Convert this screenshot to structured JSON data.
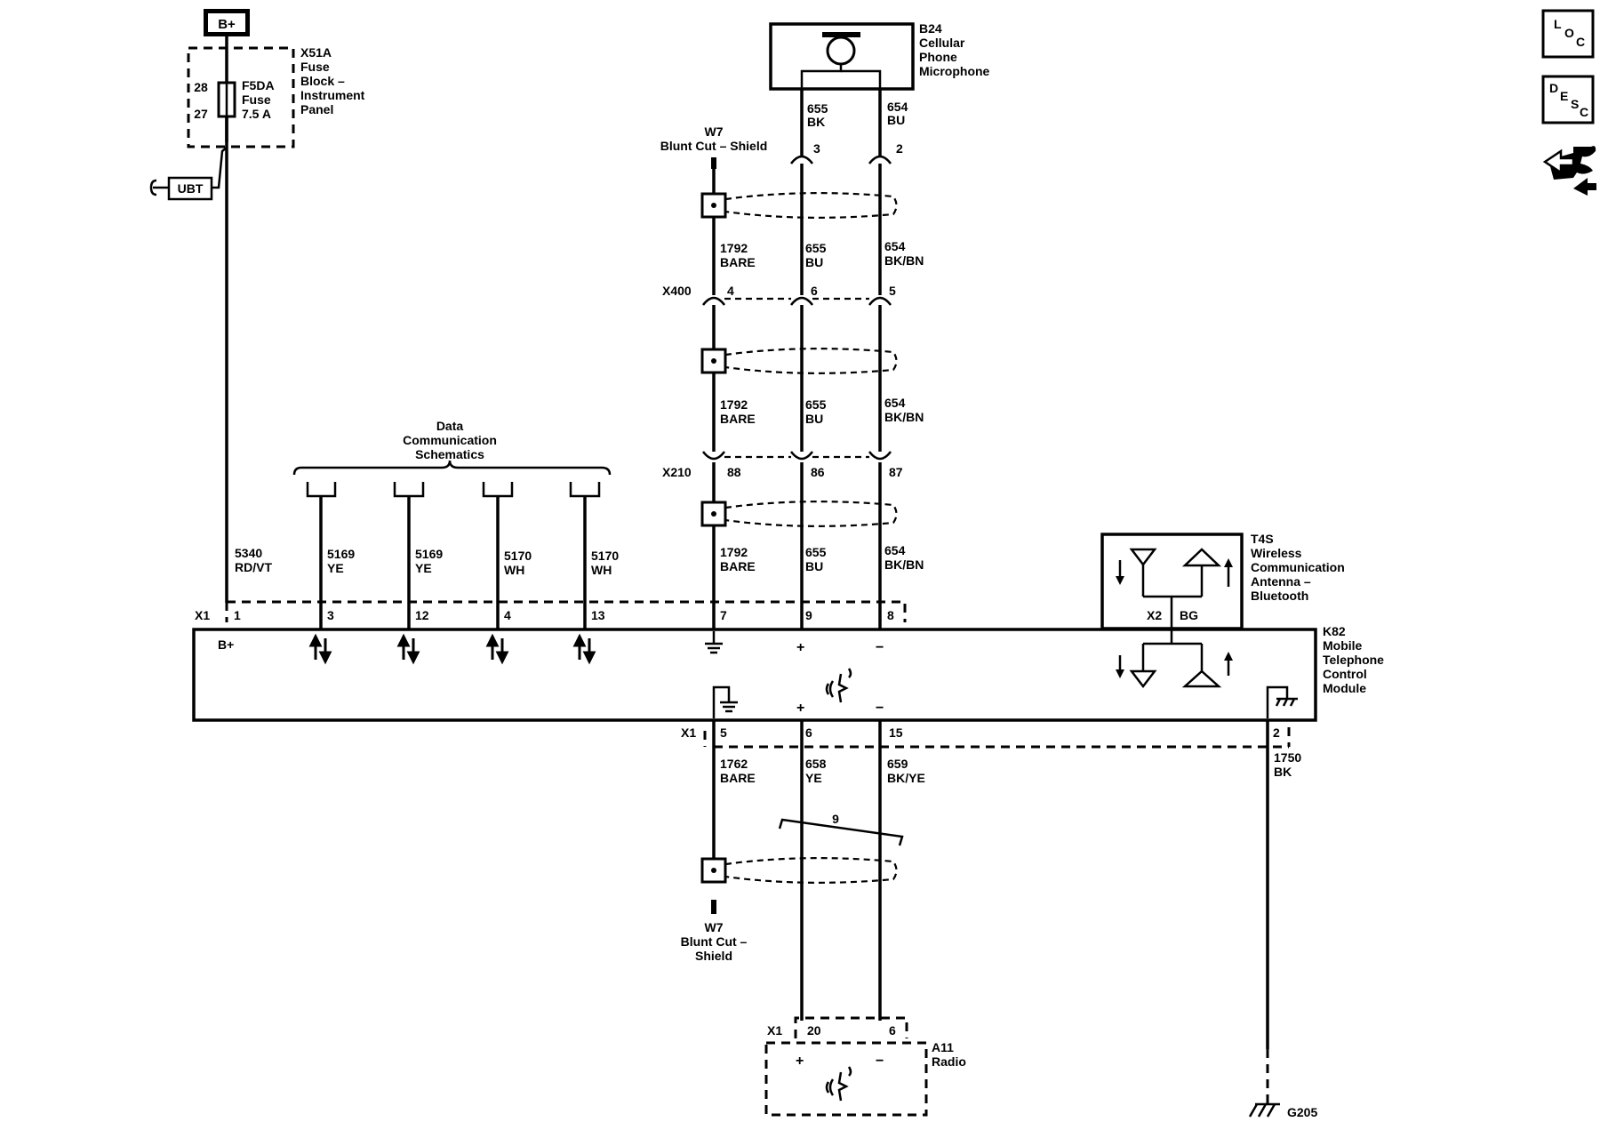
{
  "power": {
    "label": "B+"
  },
  "fuse_block": {
    "id": "X51A",
    "desc": [
      "Fuse",
      "Block –",
      "Instrument",
      "Panel"
    ],
    "pin_top": "28",
    "pin_bottom": "27",
    "fuse_name": [
      "F5DA",
      "Fuse",
      "7.5 A"
    ]
  },
  "ubt": {
    "label": "UBT"
  },
  "microphone": {
    "id": "B24",
    "desc": [
      "Cellular",
      "Phone",
      "Microphone"
    ]
  },
  "data_comm": {
    "label": [
      "Data",
      "Communication",
      "Schematics"
    ]
  },
  "w7_top": {
    "id": "W7",
    "desc": "Blunt Cut – Shield"
  },
  "w7_bottom": {
    "id": "W7",
    "desc": [
      "Blunt Cut –",
      "Shield"
    ]
  },
  "mic_wires": [
    {
      "circuit": "655",
      "color": "BK",
      "pin": "3"
    },
    {
      "circuit": "654",
      "color": "BU",
      "pin": "2"
    }
  ],
  "segment1": [
    {
      "circuit": "1792",
      "color": "BARE"
    },
    {
      "circuit": "655",
      "color": "BU"
    },
    {
      "circuit": "654",
      "color": "BK/BN"
    }
  ],
  "x400": {
    "id": "X400",
    "pins": [
      "4",
      "6",
      "5"
    ]
  },
  "segment2": [
    {
      "circuit": "1792",
      "color": "BARE"
    },
    {
      "circuit": "655",
      "color": "BU"
    },
    {
      "circuit": "654",
      "color": "BK/BN"
    }
  ],
  "x210": {
    "id": "X210",
    "pins": [
      "88",
      "86",
      "87"
    ]
  },
  "segment3": [
    {
      "circuit": "1792",
      "color": "BARE"
    },
    {
      "circuit": "655",
      "color": "BU"
    },
    {
      "circuit": "654",
      "color": "BK/BN"
    }
  ],
  "left_wires": [
    {
      "circuit": "5340",
      "color": "RD/VT",
      "pin": "1"
    },
    {
      "circuit": "5169",
      "color": "YE",
      "pin": "3"
    },
    {
      "circuit": "5169",
      "color": "YE",
      "pin": "12"
    },
    {
      "circuit": "5170",
      "color": "WH",
      "pin": "4"
    },
    {
      "circuit": "5170",
      "color": "WH",
      "pin": "13"
    }
  ],
  "center_pins_top": [
    "7",
    "9",
    "8"
  ],
  "x1_label": "X1",
  "module": {
    "id": "K82",
    "desc": [
      "Mobile",
      "Telephone",
      "Control",
      "Module"
    ],
    "bplus": "B+",
    "plus": "+",
    "minus": "−"
  },
  "antenna": {
    "id": "T4S",
    "desc": [
      "Wireless",
      "Communication",
      "Antenna –",
      "Bluetooth"
    ],
    "conn": "X2",
    "pin": "BG"
  },
  "bottom_pins": [
    "5",
    "6",
    "15",
    "2"
  ],
  "bottom_wires": [
    {
      "circuit": "1762",
      "color": "BARE"
    },
    {
      "circuit": "658",
      "color": "YE"
    },
    {
      "circuit": "659",
      "color": "BK/YE"
    },
    {
      "circuit": "1750",
      "color": "BK"
    }
  ],
  "twist_label": "9",
  "radio": {
    "id": "A11",
    "desc": "Radio",
    "conn": "X1",
    "pins": [
      "20",
      "6"
    ],
    "plus": "+",
    "minus": "−"
  },
  "ground": {
    "id": "G205"
  },
  "side_icons": [
    {
      "name": "location-icon",
      "letters": [
        "L",
        "O",
        "C"
      ]
    },
    {
      "name": "description-icon",
      "letters": [
        "D",
        "E",
        "S",
        "C"
      ]
    },
    {
      "name": "repair-wrench-icon"
    }
  ]
}
